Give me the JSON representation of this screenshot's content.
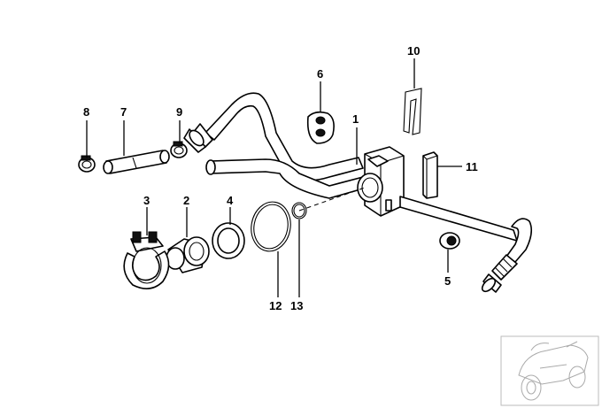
{
  "callouts": {
    "c1": "1",
    "c2": "2",
    "c3": "3",
    "c4": "4",
    "c5": "5",
    "c6": "6",
    "c7": "7",
    "c8": "8",
    "c9": "9",
    "c10": "10",
    "c11": "11",
    "c12": "12",
    "c13": "13"
  },
  "colors": {
    "line": "#000000",
    "background": "#ffffff",
    "thumbnail": "#aaaaaa"
  }
}
